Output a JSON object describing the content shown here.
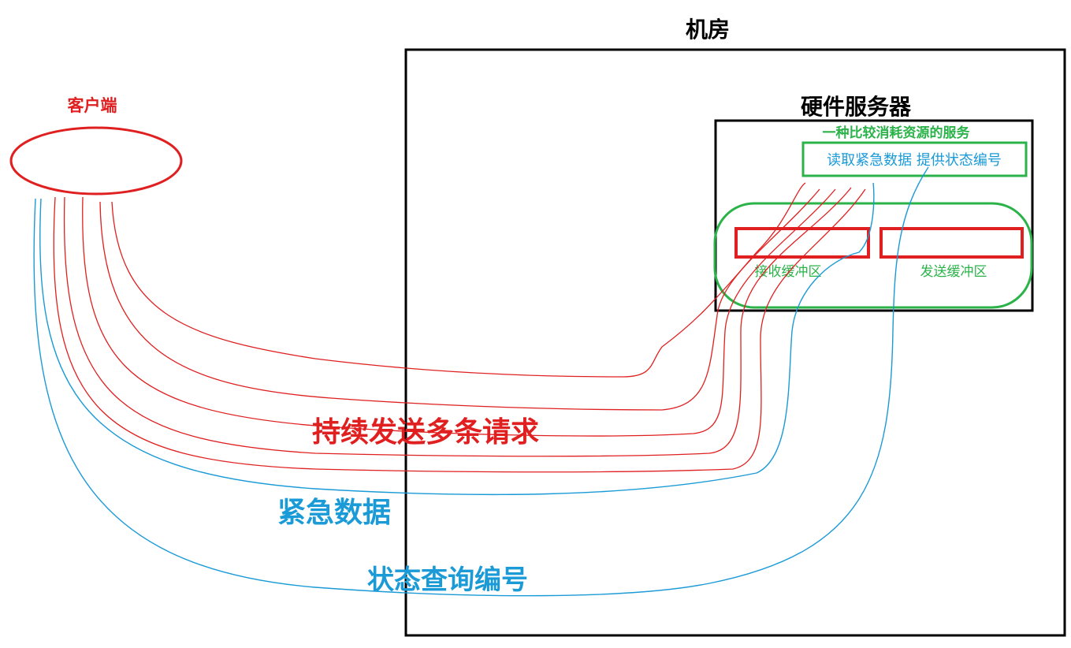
{
  "labels": {
    "machine_room": "机房",
    "client": "客户端",
    "hardware_server": "硬件服务器",
    "costly_service": "一种比较消耗资源的服务",
    "service_box": "读取紧急数据 提供状态编号",
    "receive_buffer": "接收缓冲区",
    "send_buffer": "发送缓冲区",
    "continuous_requests": "持续发送多条请求",
    "urgent_data": "紧急数据",
    "status_query_number": "状态查询编号"
  },
  "colors": {
    "outline": "#000000",
    "red": "#e02020",
    "green": "#2bb34a",
    "blue": "#1a9ad6"
  }
}
